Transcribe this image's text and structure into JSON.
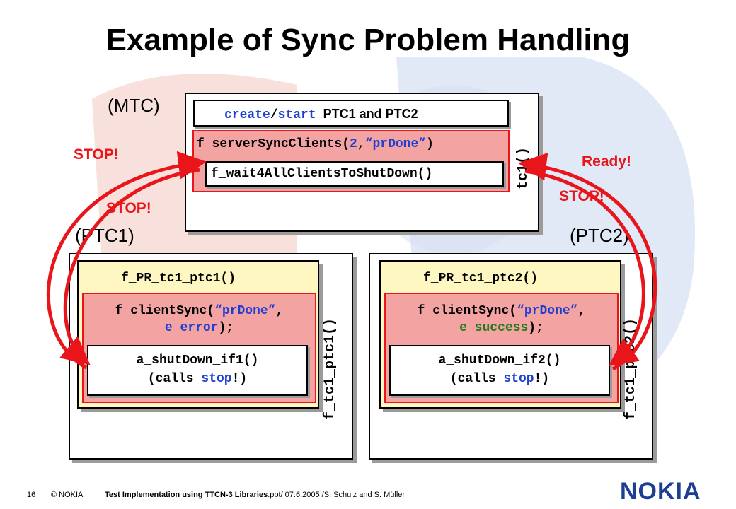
{
  "slide": {
    "title": "Example of Sync Problem Handling",
    "mtc_label": "(MTC)",
    "ptc1_label": "(PTC1)",
    "ptc2_label": "(PTC2)"
  },
  "mtc": {
    "create_kw": "create",
    "slash": "/",
    "start_kw": "start",
    "create_rest": "PTC1 and PTC2",
    "server_fn": "f_serverSyncClients(",
    "server_arg1": "2",
    "server_comma": ",",
    "server_arg2": "“prDone”",
    "server_close": ")",
    "wait_fn": "f_wait4AllClientsToShutDown()",
    "vertical_label": "tc1()"
  },
  "ptc1": {
    "behaviour": "f_PR_tc1_ptc1()",
    "sync_fn": "f_clientSync(",
    "sync_arg": "“prDone”",
    "sync_comma": ",",
    "sync_result": "e_error",
    "sync_end": ");",
    "shutdown": "a_shutDown_if1()",
    "calls_pre": "(calls ",
    "calls_kw": "stop",
    "calls_post": "!)",
    "vertical_label": "f_tc1_ptc1()"
  },
  "ptc2": {
    "behaviour": "f_PR_tc1_ptc2()",
    "sync_fn": "f_clientSync(",
    "sync_arg": "“prDone”",
    "sync_comma": ",",
    "sync_result": "e_success",
    "sync_end": ");",
    "shutdown": "a_shutDown_if2()",
    "calls_pre": "(calls ",
    "calls_kw": "stop",
    "calls_post": "!)",
    "vertical_label": "f_tc1_ptc2()"
  },
  "annotations": {
    "stop_left_top": "STOP!",
    "stop_left_bottom": "STOP!",
    "ready_right": "Ready!",
    "stop_right": "STOP!"
  },
  "colors": {
    "accent_red": "#e8161b",
    "keyword_blue": "#1f3fd1",
    "success_green": "#1f7a1f",
    "nokia_blue": "#1c3f94"
  },
  "footer": {
    "page": "16",
    "copyright": "© NOKIA",
    "source": "Test Implementation using TTCN-3 Libraries",
    "source_rest": ".ppt/ 07.6.2005 /S. Schulz and S. Müller",
    "logo": "NOKIA"
  }
}
